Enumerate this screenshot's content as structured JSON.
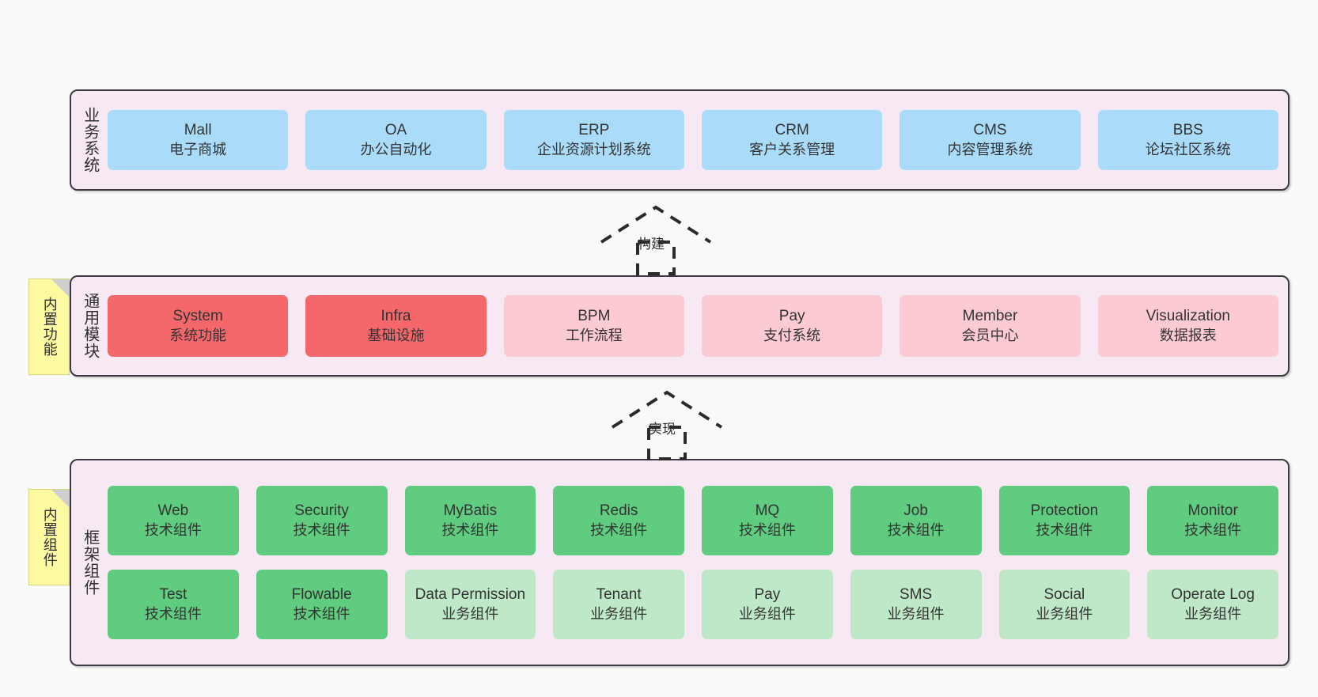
{
  "diagram": {
    "background_color": "#fafafa",
    "layer_fill": "#f7e9f3",
    "layer_border": "#3c3a42",
    "note_fill": "#fcfaa0"
  },
  "layers": [
    {
      "key": "business",
      "title": "业务系统",
      "note": null,
      "rows": [
        {
          "cards": [
            {
              "en": "Mall",
              "cn": "电子商城",
              "color": "#aadcfa",
              "style": "blue"
            },
            {
              "en": "OA",
              "cn": "办公自动化",
              "color": "#aadcfa",
              "style": "blue"
            },
            {
              "en": "ERP",
              "cn": "企业资源计划系统",
              "color": "#aadcfa",
              "style": "blue"
            },
            {
              "en": "CRM",
              "cn": "客户关系管理",
              "color": "#aadcfa",
              "style": "blue"
            },
            {
              "en": "CMS",
              "cn": "内容管理系统",
              "color": "#aadcfa",
              "style": "blue"
            },
            {
              "en": "BBS",
              "cn": "论坛社区系统",
              "color": "#aadcfa",
              "style": "blue"
            }
          ]
        }
      ]
    },
    {
      "key": "common",
      "title": "通用模块",
      "note": "内置功能",
      "rows": [
        {
          "cards": [
            {
              "en": "System",
              "cn": "系统功能",
              "color": "#f4676b",
              "style": "red"
            },
            {
              "en": "Infra",
              "cn": "基础设施",
              "color": "#f4676b",
              "style": "red"
            },
            {
              "en": "BPM",
              "cn": "工作流程",
              "color": "#fccad3",
              "style": "pink"
            },
            {
              "en": "Pay",
              "cn": "支付系统",
              "color": "#fccad3",
              "style": "pink"
            },
            {
              "en": "Member",
              "cn": "会员中心",
              "color": "#fccad3",
              "style": "pink"
            },
            {
              "en": "Visualization",
              "cn": "数据报表",
              "color": "#fccad3",
              "style": "pink"
            }
          ]
        }
      ]
    },
    {
      "key": "framework",
      "title": "框架组件",
      "note": "内置组件",
      "rows": [
        {
          "cards": [
            {
              "en": "Web",
              "cn": "技术组件",
              "color": "#60cc7f",
              "style": "green"
            },
            {
              "en": "Security",
              "cn": "技术组件",
              "color": "#60cc7f",
              "style": "green"
            },
            {
              "en": "MyBatis",
              "cn": "技术组件",
              "color": "#60cc7f",
              "style": "green"
            },
            {
              "en": "Redis",
              "cn": "技术组件",
              "color": "#60cc7f",
              "style": "green"
            },
            {
              "en": "MQ",
              "cn": "技术组件",
              "color": "#60cc7f",
              "style": "green"
            },
            {
              "en": "Job",
              "cn": "技术组件",
              "color": "#60cc7f",
              "style": "green"
            },
            {
              "en": "Protection",
              "cn": "技术组件",
              "color": "#60cc7f",
              "style": "green"
            },
            {
              "en": "Monitor",
              "cn": "技术组件",
              "color": "#60cc7f",
              "style": "green"
            }
          ]
        },
        {
          "cards": [
            {
              "en": "Test",
              "cn": "技术组件",
              "color": "#60cc7f",
              "style": "green"
            },
            {
              "en": "Flowable",
              "cn": "技术组件",
              "color": "#60cc7f",
              "style": "green"
            },
            {
              "en": "Data Permission",
              "cn": "业务组件",
              "color": "#bfe8c8",
              "style": "mint",
              "wrap": true
            },
            {
              "en": "Tenant",
              "cn": "业务组件",
              "color": "#bfe8c8",
              "style": "mint"
            },
            {
              "en": "Pay",
              "cn": "业务组件",
              "color": "#bfe8c8",
              "style": "mint"
            },
            {
              "en": "SMS",
              "cn": "业务组件",
              "color": "#bfe8c8",
              "style": "mint"
            },
            {
              "en": "Social",
              "cn": "业务组件",
              "color": "#bfe8c8",
              "style": "mint"
            },
            {
              "en": "Operate Log",
              "cn": "业务组件",
              "color": "#bfe8c8",
              "style": "mint"
            }
          ]
        }
      ]
    }
  ],
  "connectors": [
    {
      "key": "build",
      "label": "构建",
      "from": "common",
      "to": "business"
    },
    {
      "key": "implement",
      "label": "实现",
      "from": "framework",
      "to": "common"
    }
  ]
}
